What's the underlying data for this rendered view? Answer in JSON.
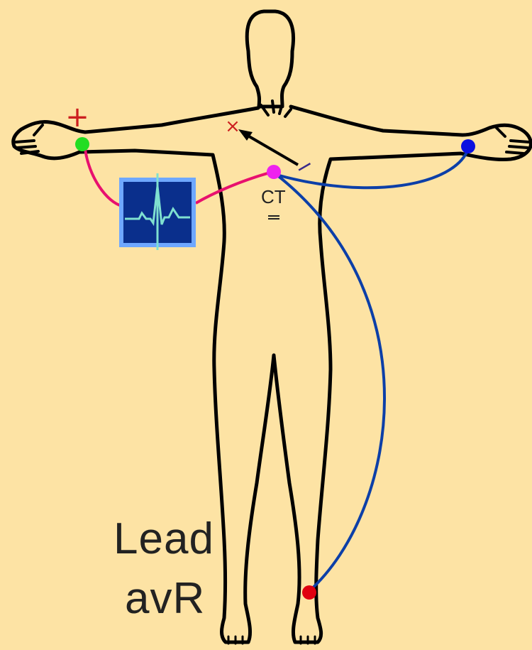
{
  "diagram": {
    "lead_word": "Lead",
    "lead_name": "avR",
    "ct_label": "CT",
    "positive_sign": "+",
    "negative_sign": "−",
    "x_mark": "×"
  },
  "colors": {
    "background": "#fde3a4",
    "outline": "#000000",
    "positive_wire": "#e8106e",
    "negative_wire": "#0c3fa8",
    "right_arm_electrode": "#22dd22",
    "left_arm_electrode": "#0a10e0",
    "central_terminal_electrode": "#ee22ee",
    "leg_electrode": "#e00010",
    "monitor_frame": "#6fa8ff",
    "monitor_screen": "#0a2f8c",
    "ecg_trace": "#7fe0d0",
    "sign_color": "#cc1f1f"
  }
}
